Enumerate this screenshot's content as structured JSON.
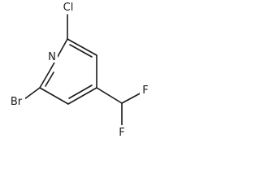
{
  "molecule": {
    "atoms": [
      {
        "id": "N",
        "label": "N",
        "name": "nitrogen-atom-label"
      },
      {
        "id": "Cl",
        "label": "Cl",
        "name": "chlorine-atom-label"
      },
      {
        "id": "Br",
        "label": "Br",
        "name": "bromine-atom-label"
      },
      {
        "id": "F1",
        "label": "F",
        "name": "fluorine-atom-label-1"
      },
      {
        "id": "F2",
        "label": "F",
        "name": "fluorine-atom-label-2"
      }
    ],
    "colors": {
      "bond": "#1a1a1a",
      "label": "#1a1a1a",
      "background": "#ffffff"
    }
  }
}
